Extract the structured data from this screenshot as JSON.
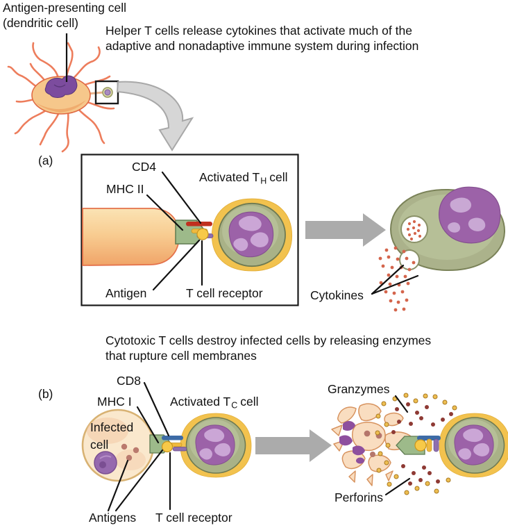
{
  "title": {
    "line1": "Antigen-presenting cell",
    "line2": "(dendritic cell)"
  },
  "captions": {
    "helper": {
      "line1": "Helper T cells release cytokines that activate much of the",
      "line2": "adaptive and nonadaptive immune system during infection"
    },
    "cytotoxic": {
      "line1": "Cytotoxic T cells destroy infected cells by releasing enzymes",
      "line2": "that rupture cell membranes"
    }
  },
  "panel_a": {
    "tag": "(a)",
    "cd4_label": "CD4",
    "mhc_label": "MHC II",
    "antigen_label": "Antigen",
    "tcr_label": "T cell receptor",
    "cell_label": {
      "prefix": "Activated T",
      "sub": "H",
      "suffix": "cell"
    },
    "cytokines_label": "Cytokines"
  },
  "panel_b": {
    "tag": "(b)",
    "cd8_label": "CD8",
    "mhc_label": "MHC I",
    "infected_label": {
      "line1": "Infected",
      "line2": "cell"
    },
    "antigens_label": "Antigens",
    "tcr_label": "T cell receptor",
    "cell_label": {
      "prefix": "Activated T",
      "sub": "C",
      "suffix": "cell"
    },
    "granzymes_label": "Granzymes",
    "perforins_label": "Perforins"
  },
  "colors": {
    "cd4_red": "#C0301F",
    "cd8_blue": "#3D6BA6",
    "mhc_green": "#9DBA8A",
    "antigen_yellow": "#F7C948",
    "tcr_yellow": "#EFB93F",
    "tcr_purple": "#8E6FAE",
    "cell_membrane_yellow": "#F2C24E",
    "cell_cytoplasm_green": "#A9B287",
    "nucleus_purple": "#9C62A8",
    "cytokine_red": "#D4654C",
    "granzyme_maroon": "#8E3A34",
    "perforin_gold": "#EDBE52",
    "arrow_gray": "#ABABAB"
  }
}
